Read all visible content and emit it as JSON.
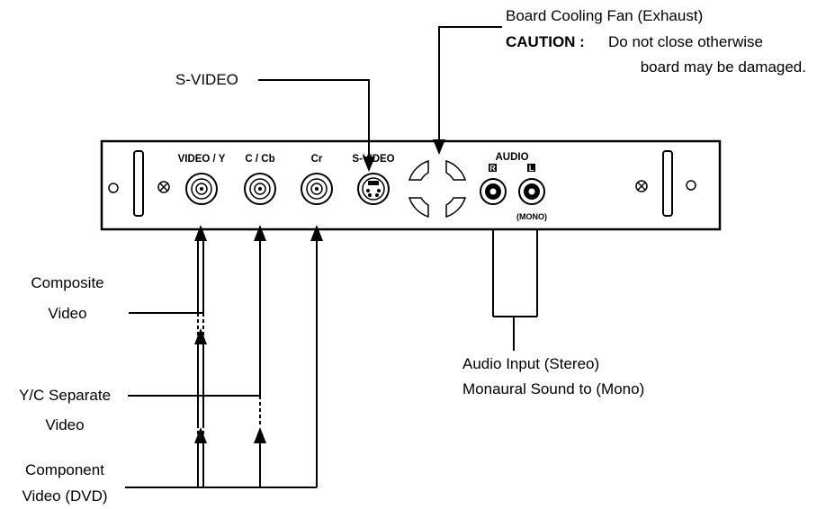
{
  "labels": {
    "fan": "Board Cooling Fan (Exhaust)",
    "caution_label": "CAUTION :",
    "caution_line1": "Do not close otherwise",
    "caution_line2": "board may be damaged.",
    "svideo_callout": "S-VIDEO",
    "composite_line1": "Composite",
    "composite_line2": "Video",
    "yc_line1": "Y/C Separate",
    "yc_line2": "Video",
    "component_line1": "Component",
    "component_line2": "Video (DVD)",
    "audio_line1": "Audio Input (Stereo)",
    "audio_line2": "Monaural Sound to (Mono)"
  },
  "panel": {
    "port_video_y": "VIDEO / Y",
    "port_c_cb": "C / Cb",
    "port_cr": "Cr",
    "port_svideo": "S-VIDEO",
    "port_audio": "AUDIO",
    "audio_r": "R",
    "audio_l": "L",
    "audio_mono": "(MONO)"
  }
}
